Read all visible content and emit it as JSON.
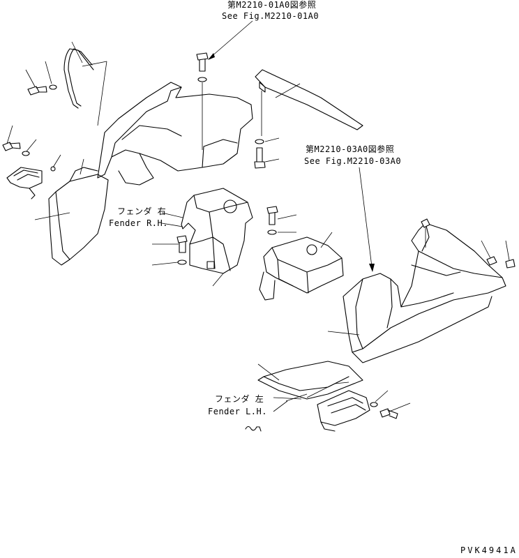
{
  "callouts": {
    "top_ref_jp": "第M2210-01A0図参照",
    "top_ref_en": "See Fig.M2210-01A0",
    "right_ref_jp": "第M2210-03A0図参照",
    "right_ref_en": "See Fig.M2210-03A0",
    "fender_rh_jp": "フェンダ 右",
    "fender_rh_en": "Fender R.H.",
    "fender_lh_jp": "フェンダ 左",
    "fender_lh_en": "Fender L.H.",
    "drawing_code": "PVK4941A"
  }
}
